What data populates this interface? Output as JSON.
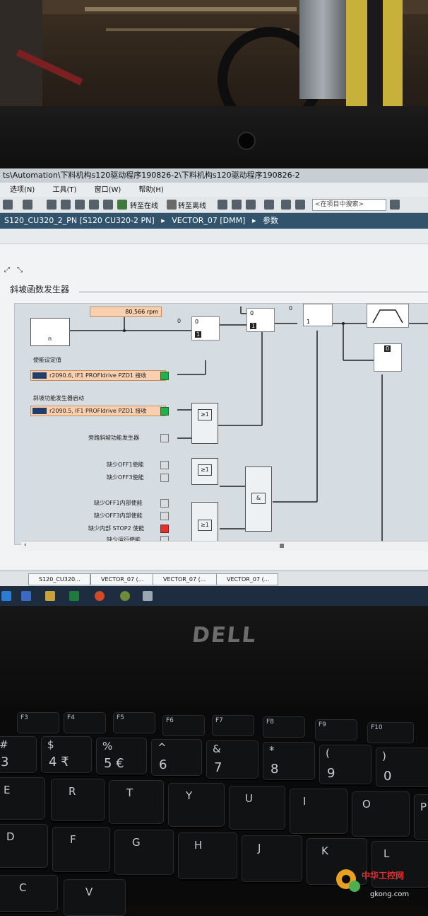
{
  "window": {
    "title": "ts\\Automation\\下料机构s120驱动程序190826-2\\下料机构s120驱动程序190826-2"
  },
  "menu": {
    "items": [
      "选项(N)",
      "工具(T)",
      "窗口(W)",
      "帮助(H)"
    ]
  },
  "toolbar": {
    "go_online": "转至在线",
    "go_offline": "转至离线",
    "search_placeholder": "<在项目中搜索>"
  },
  "breadcrumb": {
    "items": [
      "S120_CU320_2_PN [S120 CU320-2 PN]",
      "VECTOR_07 [DMM]",
      "参数"
    ],
    "separator": "▸"
  },
  "section": {
    "title": "斜坡函数发生器"
  },
  "diagram": {
    "speed_value": "80.566",
    "speed_unit": "rpm",
    "input_symbol": "n",
    "switch_labels": {
      "zero": "0",
      "one": "1"
    },
    "enable_setpoint_label": "使能设定值",
    "enable_setpoint_source": "r2090.6, IF1 PROFIdrive PZD1 接收",
    "rfg_start_label": "斜坡功能发生器启动",
    "rfg_start_source": "r2090.5, IF1 PROFIdrive PZD1 接收",
    "bypass_label": "旁路斜坡功能发生器",
    "or_symbol": "≥1",
    "and_symbol": "&",
    "conditions": [
      {
        "label": "缺少OFF1使能",
        "status": "grey"
      },
      {
        "label": "缺少OFF3使能",
        "status": "grey"
      },
      {
        "label": "缺少OFF1内部使能",
        "status": "grey"
      },
      {
        "label": "缺少OFF3内部使能",
        "status": "grey"
      },
      {
        "label": "缺少内部 STOP2 使能",
        "status": "red"
      },
      {
        "label": "缺少运行使能",
        "status": "grey"
      }
    ]
  },
  "taskbar": {
    "tabs": [
      "S120_CU320...",
      "VECTOR_07 (...",
      "VECTOR_07 (...",
      "VECTOR_07 (..."
    ]
  },
  "laptop": {
    "brand": "DELL"
  },
  "keyboard": {
    "fkeys": [
      "F3",
      "F4",
      "F5",
      "F6",
      "F7",
      "F8",
      "F9",
      "F10"
    ],
    "number_row": [
      {
        "top": "#",
        "bot": "3"
      },
      {
        "top": "$",
        "bot": "4 ₹"
      },
      {
        "top": "%",
        "bot": "5 €"
      },
      {
        "top": "^",
        "bot": "6"
      },
      {
        "top": "&",
        "bot": "7"
      },
      {
        "top": "*",
        "bot": "8"
      },
      {
        "top": "(",
        "bot": "9"
      },
      {
        "top": ")",
        "bot": "0"
      }
    ],
    "row_q": [
      "E",
      "R",
      "T",
      "Y",
      "U",
      "I",
      "O",
      "P"
    ],
    "row_a": [
      "D",
      "F",
      "G",
      "H",
      "J",
      "K",
      "L"
    ],
    "row_z": [
      "C",
      "V"
    ]
  },
  "watermark": {
    "site": "gkong.com",
    "brand": "中华工控网"
  },
  "colors": {
    "breadcrumb_bg": "#31536c",
    "status_green": "#22b14c",
    "status_red": "#e0312f",
    "value_box": "#f8d0b0"
  }
}
